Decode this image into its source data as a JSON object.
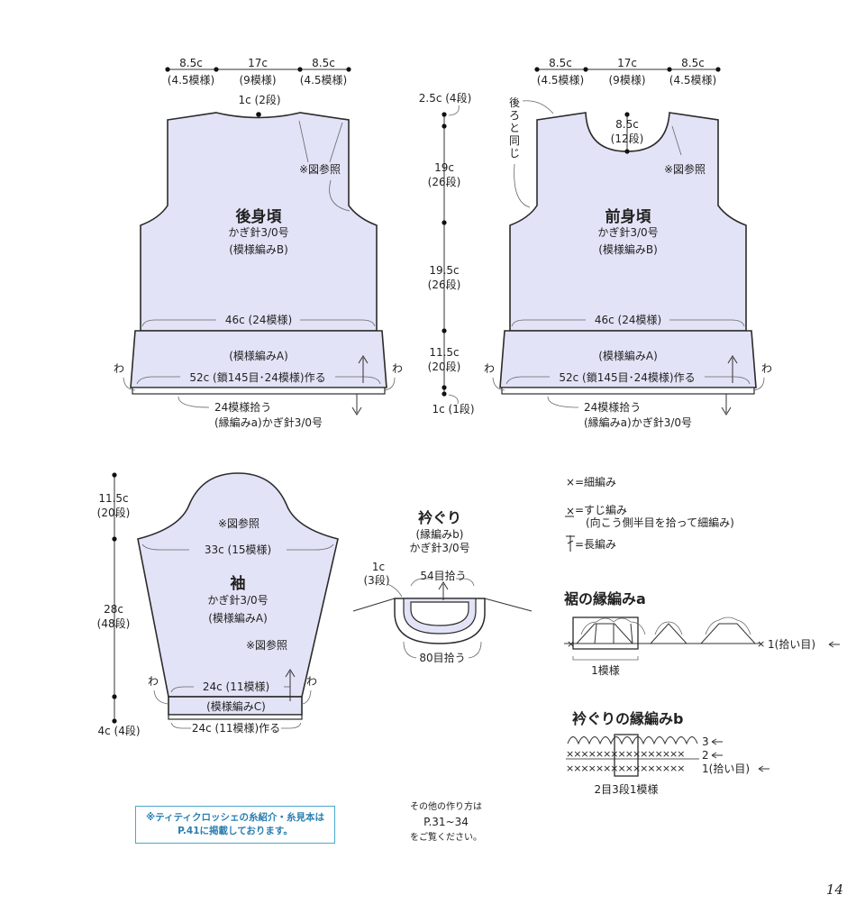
{
  "back": {
    "top_widths": [
      "8.5c",
      "17c",
      "8.5c"
    ],
    "top_patterns": [
      "(4.5模様)",
      "(9模様)",
      "(4.5模様)"
    ],
    "neck_depth": "1c (2段)",
    "see_fig": "※図参照",
    "title": "後身頃",
    "hook": "かぎ針3/0号",
    "pattern": "(模様編みB)",
    "width": "46c (24模様)",
    "band_pattern": "(模様編みA)",
    "chain": "52c (鎖145目･24模様)作る",
    "wa": "わ",
    "pick": "24模様拾う",
    "edge": "(縁編みa)かぎ針3/0号"
  },
  "front": {
    "top_widths": [
      "8.5c",
      "17c",
      "8.5c"
    ],
    "top_patterns": [
      "(4.5模様)",
      "(9模様)",
      "(4.5模様)"
    ],
    "same_as_back": "後ろと同じ",
    "neck_depth": "8.5c",
    "neck_rows": "(12段)",
    "see_fig": "※図参照",
    "title": "前身頃",
    "hook": "かぎ針3/0号",
    "pattern": "(模様編みB)",
    "width": "46c (24模様)",
    "band_pattern": "(模様編みA)",
    "chain": "52c (鎖145目･24模様)作る",
    "wa": "わ",
    "pick": "24模様拾う",
    "edge": "(縁編みa)かぎ針3/0号"
  },
  "height_scale": {
    "shoulder": "2.5c (4段)",
    "armhole": "19c",
    "armhole_rows": "(26段)",
    "body": "19.5c",
    "body_rows": "(26段)",
    "band": "11.5c",
    "band_rows": "(20段)",
    "edge": "1c (1段)"
  },
  "sleeve": {
    "cap": "11.5c",
    "cap_rows": "(20段)",
    "length": "28c",
    "length_rows": "(48段)",
    "cuff": "4c (4段)",
    "see_fig": "※図参照",
    "see_fig2": "※図参照",
    "upper_width": "33c (15模様)",
    "title": "袖",
    "hook": "かぎ針3/0号",
    "pattern": "(模様編みA)",
    "lower_width": "24c (11模様)",
    "cuff_pattern": "(模様編みC)",
    "chain": "24c (11模様)作る",
    "wa": "わ"
  },
  "collar": {
    "title": "衿ぐり",
    "edge": "(縁編みb)",
    "hook": "かぎ針3/0号",
    "depth": "1c",
    "depth_rows": "(3段)",
    "pick_top": "54目拾う",
    "pick_bottom": "80目拾う"
  },
  "legend": {
    "single": "=細編み",
    "back_loop": "=すじ編み",
    "back_loop_note": "(向こう側半目を拾って細編み)",
    "double": "=長編み"
  },
  "hem_edging": {
    "title": "裾の縁編みa",
    "row1": "1(拾い目)",
    "repeat": "1模様"
  },
  "collar_edging": {
    "title": "衿ぐりの縁編みb",
    "row3": "3",
    "row2": "2",
    "row1": "1(拾い目)",
    "repeat": "2目3段1模様",
    "row1_marks": "××××××××××××××××",
    "row2_marks": "××××××××××××××××"
  },
  "note": {
    "line1": "※ティティクロッシェの糸紹介・糸見本は",
    "line2": "P.41に掲載しております。"
  },
  "other": {
    "line1": "その他の作り方は",
    "line2": "P.31~34",
    "line3": "をご覧ください。"
  },
  "page_number": "14",
  "colors": {
    "fabric": "#e2e3f6",
    "note": "#2a7fb0",
    "note_border": "#4aa7cf"
  }
}
